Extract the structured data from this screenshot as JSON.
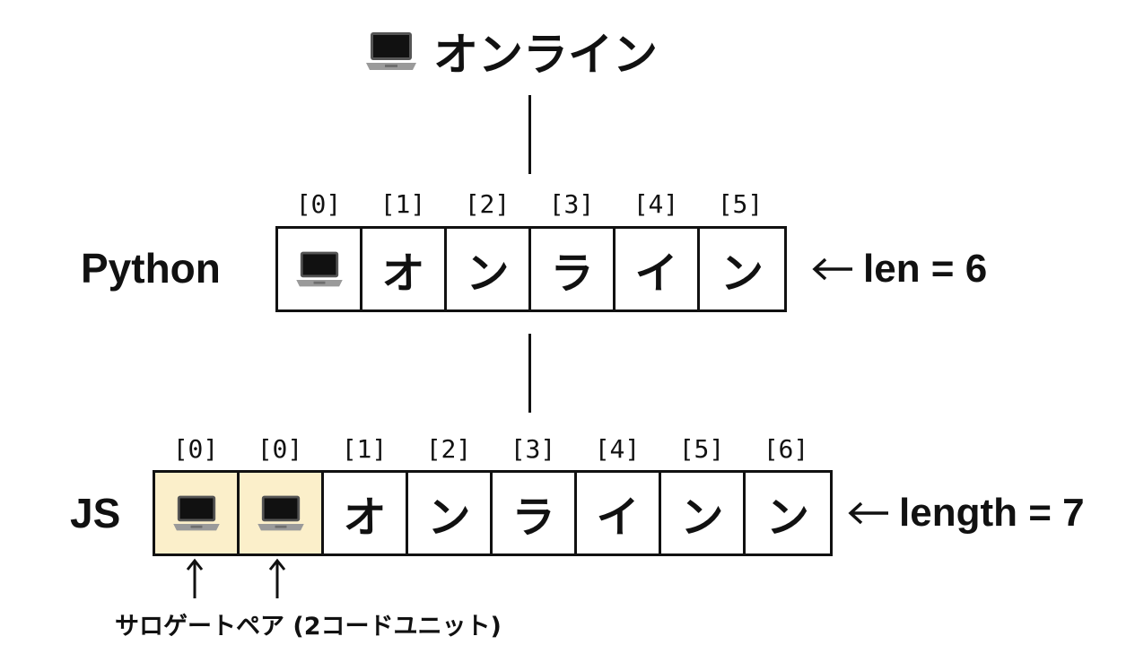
{
  "title": {
    "icon": "laptop-icon",
    "text": "オンライン"
  },
  "python": {
    "label": "Python",
    "indices": [
      "[0]",
      "[1]",
      "[2]",
      "[3]",
      "[4]",
      "[5]"
    ],
    "cells": [
      {
        "icon": "laptop-icon",
        "text": ""
      },
      {
        "text": "オ"
      },
      {
        "text": "ン"
      },
      {
        "text": "ラ"
      },
      {
        "text": "イ"
      },
      {
        "text": "ン"
      }
    ],
    "length_label": "len = 6"
  },
  "js": {
    "label": "JS",
    "indices": [
      "[0]",
      "[0]",
      "[1]",
      "[2]",
      "[3]",
      "[4]",
      "[5]",
      "[6]"
    ],
    "cells": [
      {
        "icon": "laptop-icon",
        "text": "",
        "highlight": true
      },
      {
        "icon": "laptop-icon",
        "text": "",
        "highlight": true
      },
      {
        "text": "オ"
      },
      {
        "text": "ン"
      },
      {
        "text": "ラ"
      },
      {
        "text": "イ"
      },
      {
        "text": "ン"
      },
      {
        "text": "ン"
      }
    ],
    "length_label": "length = 7"
  },
  "note": "サロゲートペア (2コードユニット)",
  "colors": {
    "highlight": "#fbefca",
    "line": "#111111"
  }
}
